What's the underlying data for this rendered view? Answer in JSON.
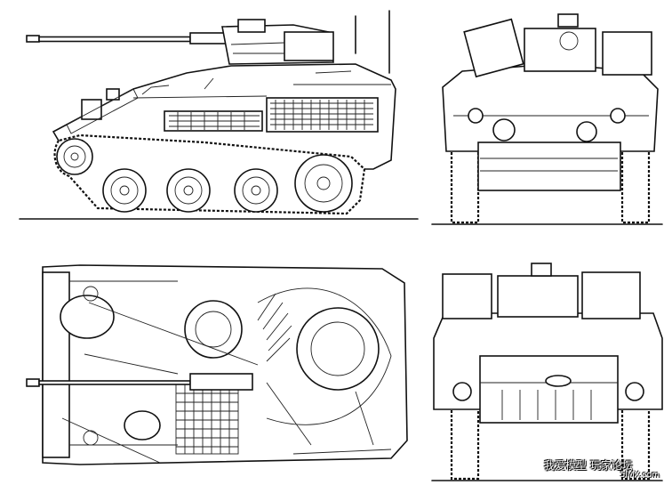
{
  "watermark": {
    "line1": "我爱模型 玩家论坛",
    "line2": "5IMX.com"
  },
  "views": [
    "side-view",
    "front-view",
    "top-view",
    "rear-view"
  ]
}
